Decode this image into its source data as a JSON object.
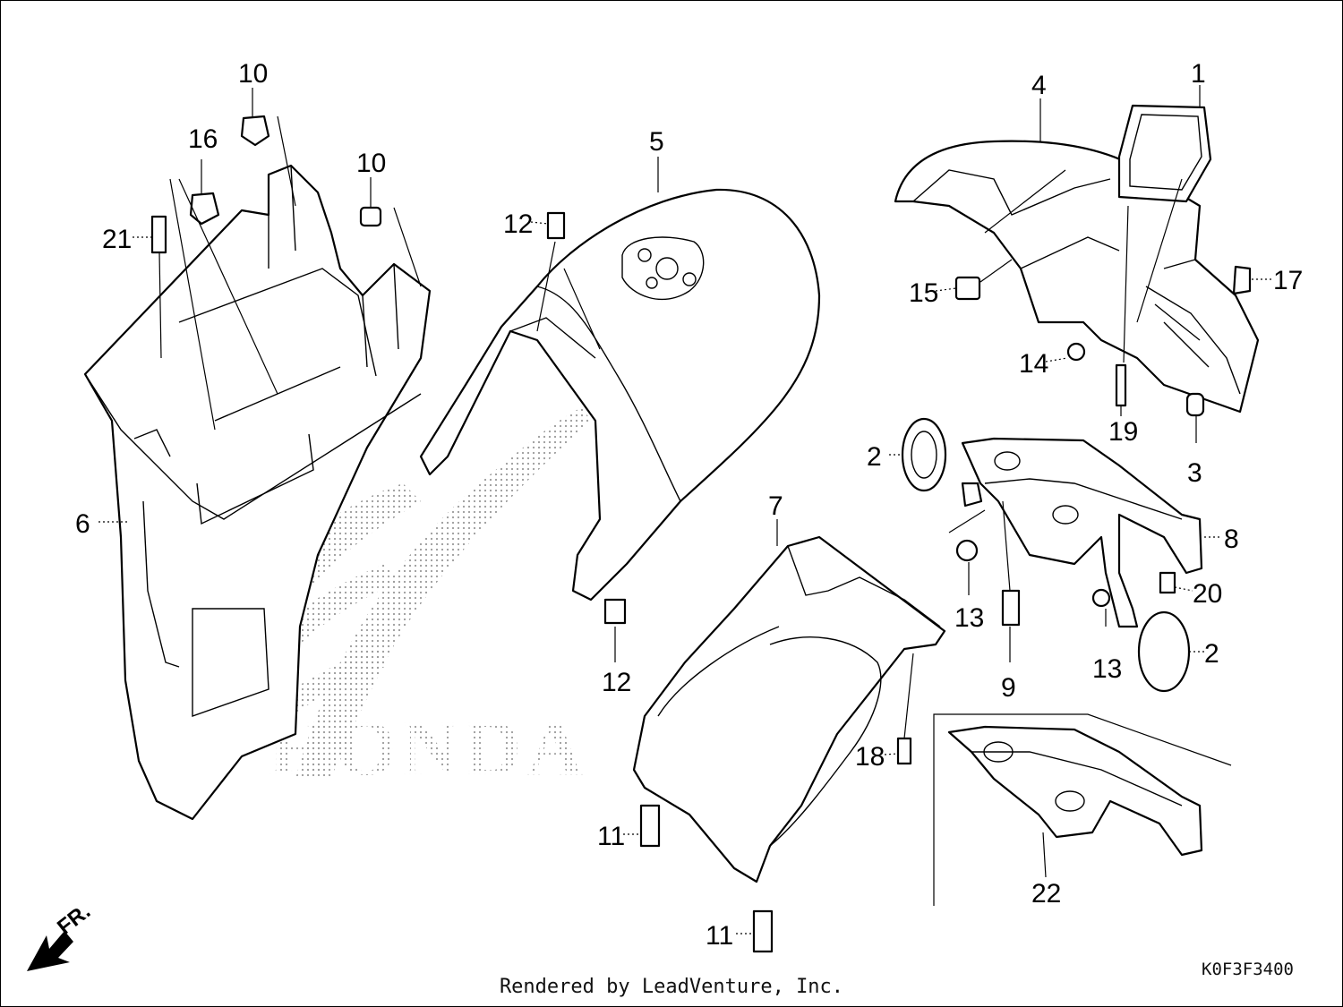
{
  "watermark": {
    "brand": "HONDA"
  },
  "direction": {
    "label": "FR."
  },
  "footer": {
    "rendered_by": "Rendered by LeadVenture, Inc."
  },
  "diagram_code": "K0F3F3400",
  "callouts": [
    "1",
    "2",
    "2",
    "3",
    "4",
    "5",
    "6",
    "7",
    "8",
    "9",
    "10",
    "10",
    "11",
    "11",
    "12",
    "12",
    "13",
    "13",
    "14",
    "15",
    "16",
    "17",
    "18",
    "19",
    "20",
    "21",
    "22"
  ]
}
